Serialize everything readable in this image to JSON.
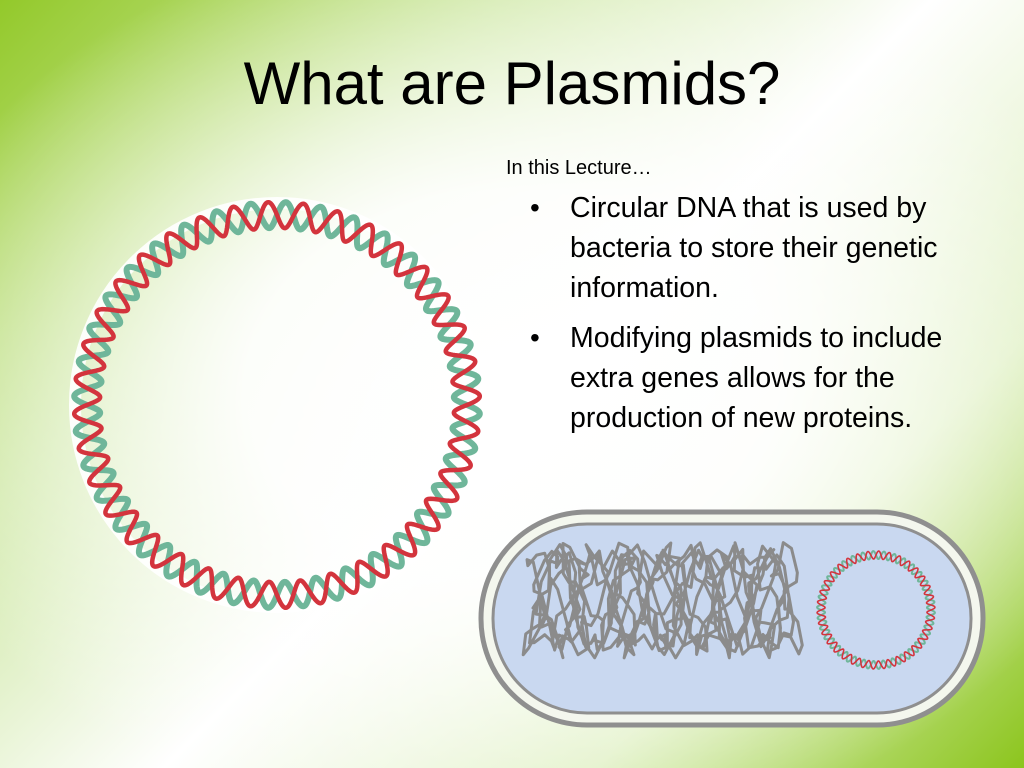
{
  "slide": {
    "title": "What are Plasmids?",
    "intro": "In this Lecture…",
    "bullets": [
      "Circular DNA that is used by bacteria to store their genetic information.",
      "Modifying plasmids to include extra genes allows for the production of new proteins."
    ]
  },
  "colors": {
    "green_accent": "#93c92a",
    "plasmid_red": "#d3343d",
    "plasmid_teal": "#6fb69a",
    "cell_fill": "#c9d8f0",
    "cell_outline": "#8f8f8f",
    "chromosome_gray": "#8b8b8b"
  },
  "icons": {
    "large_plasmid": "plasmid-dna-ring",
    "bacterium": "bacterial-cell-diagram",
    "chromosomal_dna": "chromosomal-dna-tangle",
    "small_plasmid": "small-plasmid-ring"
  }
}
